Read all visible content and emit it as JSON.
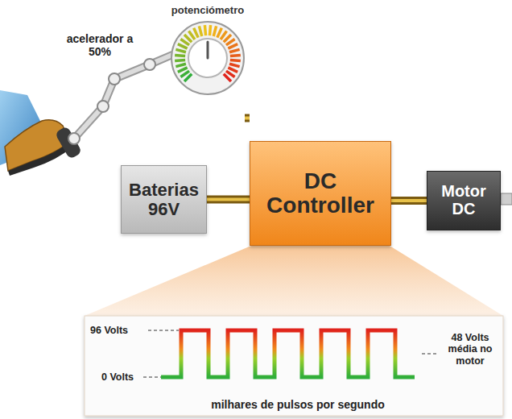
{
  "diagram": {
    "nodes": [
      {
        "text": [
          "potenciómetro"
        ]
      },
      {
        "text": [
          "Baterias 96V"
        ]
      },
      {
        "text": [
          "DC Controller"
        ]
      },
      {
        "text": [
          "Motor DC"
        ]
      }
    ],
    "edges": [
      {
        "from": 0,
        "to": 2,
        "arrow": "none"
      },
      {
        "from": 1,
        "to": 2,
        "arrow": "none"
      },
      {
        "from": 2,
        "to": 3,
        "arrow": "none"
      }
    ],
    "labels": [
      "acelerador a 50%",
      "96 Volts",
      "0 Volts",
      "48 Volts média no motor",
      "milhares de pulsos por segundo"
    ]
  }
}
